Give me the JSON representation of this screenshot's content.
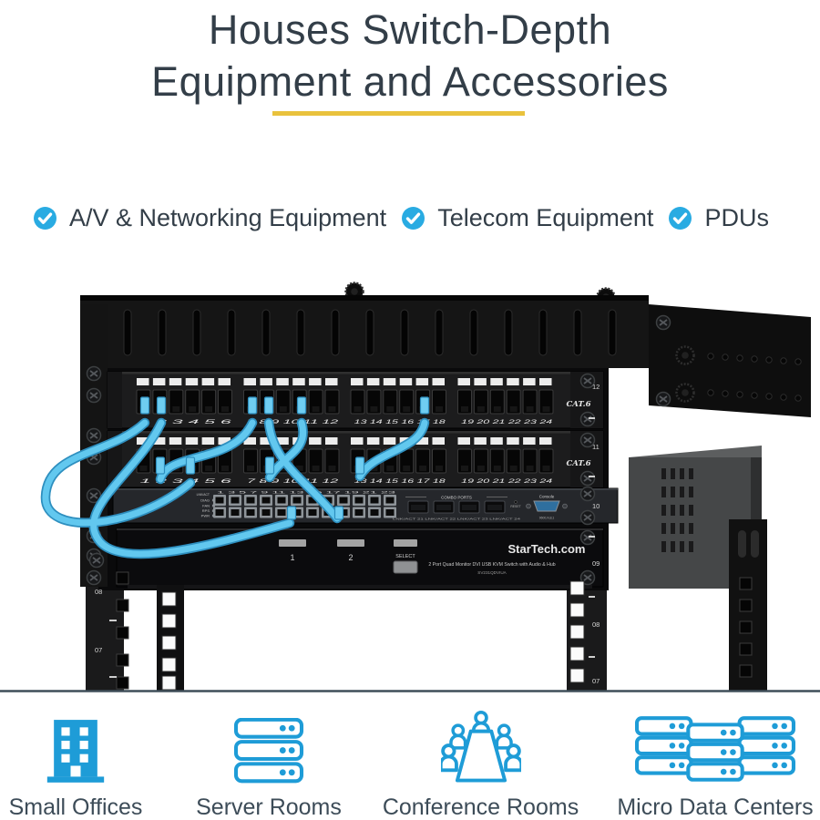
{
  "header": {
    "title_line1": "Houses Switch-Depth",
    "title_line2": "Equipment and Accessories",
    "accent_yellow": "#e9c23d"
  },
  "features": {
    "check_color": "#29abe2",
    "items": [
      {
        "label": "A/V & Networking Equipment"
      },
      {
        "label": "Telecom Equipment"
      },
      {
        "label": "PDUs"
      }
    ]
  },
  "photo": {
    "cat_label": "CAT.6",
    "panel_numbers": [
      "1    2    3    4    5    6",
      "7    8    9    10    11    12",
      "13    14    15    16    17    18",
      "19    20    21    22    23    24"
    ],
    "switch": {
      "lnk": "LNK/ACT",
      "status": [
        "DIAG",
        "FAN",
        "RPS",
        "PWR"
      ],
      "odd_ports": "1   3   5   7   9   11   13   15   17   19   21   23",
      "combo": "COMBO PORTS",
      "combo_sub": "LNK/ACT  21   LNK/ACT  22   LNK/ACT  23   LNK/ACT  24",
      "console": "Console",
      "reset": "RESET",
      "baud": "9600,N,8,1"
    },
    "kvm": {
      "ind1": "1",
      "ind2": "2",
      "select": "SELECT",
      "brand": "StarTech.com",
      "desc": "2 Port Quad Monitor DVI USB KVM Switch with Audio & Hub",
      "model": "SV231QDVIUA"
    },
    "rails": {
      "left": [
        "08",
        "07"
      ],
      "right": [
        "12",
        "11",
        "10",
        "09",
        "08",
        "07"
      ]
    },
    "cable_color": "#62c8ef"
  },
  "use_cases": {
    "icon_color": "#1e9cd7",
    "items": [
      {
        "icon": "building-icon",
        "label": "Small Offices"
      },
      {
        "icon": "server-stack-icon",
        "label": "Server Rooms"
      },
      {
        "icon": "meeting-table-icon",
        "label": "Conference Rooms"
      },
      {
        "icon": "server-grid-icon",
        "label": "Micro Data Centers"
      }
    ]
  }
}
